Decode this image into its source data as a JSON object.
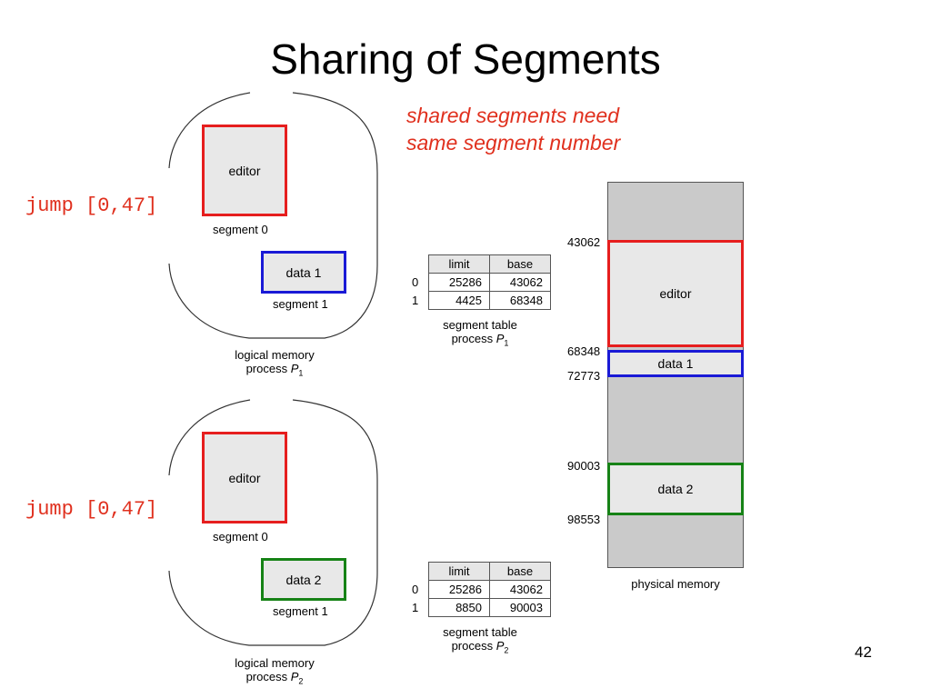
{
  "title": "Sharing of Segments",
  "note": {
    "line1": "shared segments need",
    "line2": "same segment number"
  },
  "page_number": "42",
  "process1": {
    "jump": "jump [0,47]",
    "seg0_box": "editor",
    "seg0_label": "segment 0",
    "seg1_box": "data 1",
    "seg1_label": "segment 1",
    "caption_line1": "logical memory",
    "caption_line2_prefix": "process ",
    "caption_var": "P",
    "caption_sub": "1",
    "table": {
      "headers": [
        "limit",
        "base"
      ],
      "rows": [
        {
          "index": "0",
          "limit": "25286",
          "base": "43062"
        },
        {
          "index": "1",
          "limit": "4425",
          "base": "68348"
        }
      ],
      "caption_line1": "segment table",
      "caption_line2_prefix": "process ",
      "caption_var": "P",
      "caption_sub": "1"
    }
  },
  "process2": {
    "jump": "jump [0,47]",
    "seg0_box": "editor",
    "seg0_label": "segment 0",
    "seg1_box": "data 2",
    "seg1_label": "segment 1",
    "caption_line1": "logical memory",
    "caption_line2_prefix": "process ",
    "caption_var": "P",
    "caption_sub": "2",
    "table": {
      "headers": [
        "limit",
        "base"
      ],
      "rows": [
        {
          "index": "0",
          "limit": "25286",
          "base": "43062"
        },
        {
          "index": "1",
          "limit": "8850",
          "base": "90003"
        }
      ],
      "caption_line1": "segment table",
      "caption_line2_prefix": "process ",
      "caption_var": "P",
      "caption_sub": "2"
    }
  },
  "physical_memory": {
    "caption": "physical memory",
    "blocks": {
      "editor": "editor",
      "data1": "data 1",
      "data2": "data 2"
    },
    "addresses": {
      "a43062": "43062",
      "a68348": "68348",
      "a72773": "72773",
      "a90003": "90003",
      "a98553": "98553"
    }
  },
  "colors": {
    "editor_border": "#e61e1e",
    "data1_border": "#1a1ad6",
    "data2_border": "#168216",
    "note_text": "#e0301e",
    "memory_fill": "#cacaca",
    "box_fill": "#e8e8e8"
  }
}
